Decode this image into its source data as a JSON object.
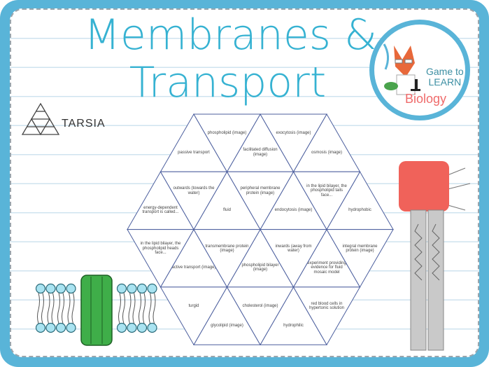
{
  "title_line1": "Membranes &",
  "title_line2": "Transport",
  "logo": {
    "line1": "Game to",
    "line2": "LEARN",
    "subject": "Biology"
  },
  "tarsia_label": "TARSIA",
  "colors": {
    "frame": "#59b4d8",
    "title": "#36b2d2",
    "protein_green": "#3fae49",
    "glyco_red": "#f0625a",
    "head_blue": "#a9e3f1"
  },
  "tarsia_cards": [
    "passive transport",
    "facilitated diffusion (image)",
    "osmosis (image)",
    "phospholipid (image)",
    "exocytosis (image)",
    "energy-dependent transport is called...",
    "fluid",
    "endocytosis (image)",
    "hydrophobic",
    "outwards (towards the water)",
    "peripheral membrane protein (image)",
    "in the lipid bilayer, the phospholipid tails face...",
    "active transport (image)",
    "phospholipid bilayer (image)",
    "experiment providing evidence for fluid mosaic model",
    "in the lipid bilayer, the phospholipid heads face...",
    "transmembrane protein (image)",
    "inwards (away from water)",
    "integral membrane protein (image)",
    "glycolipid (image)",
    "hydrophilic",
    "turgid",
    "cholesterol (image)",
    "red blood cells in hypertonic solution"
  ]
}
